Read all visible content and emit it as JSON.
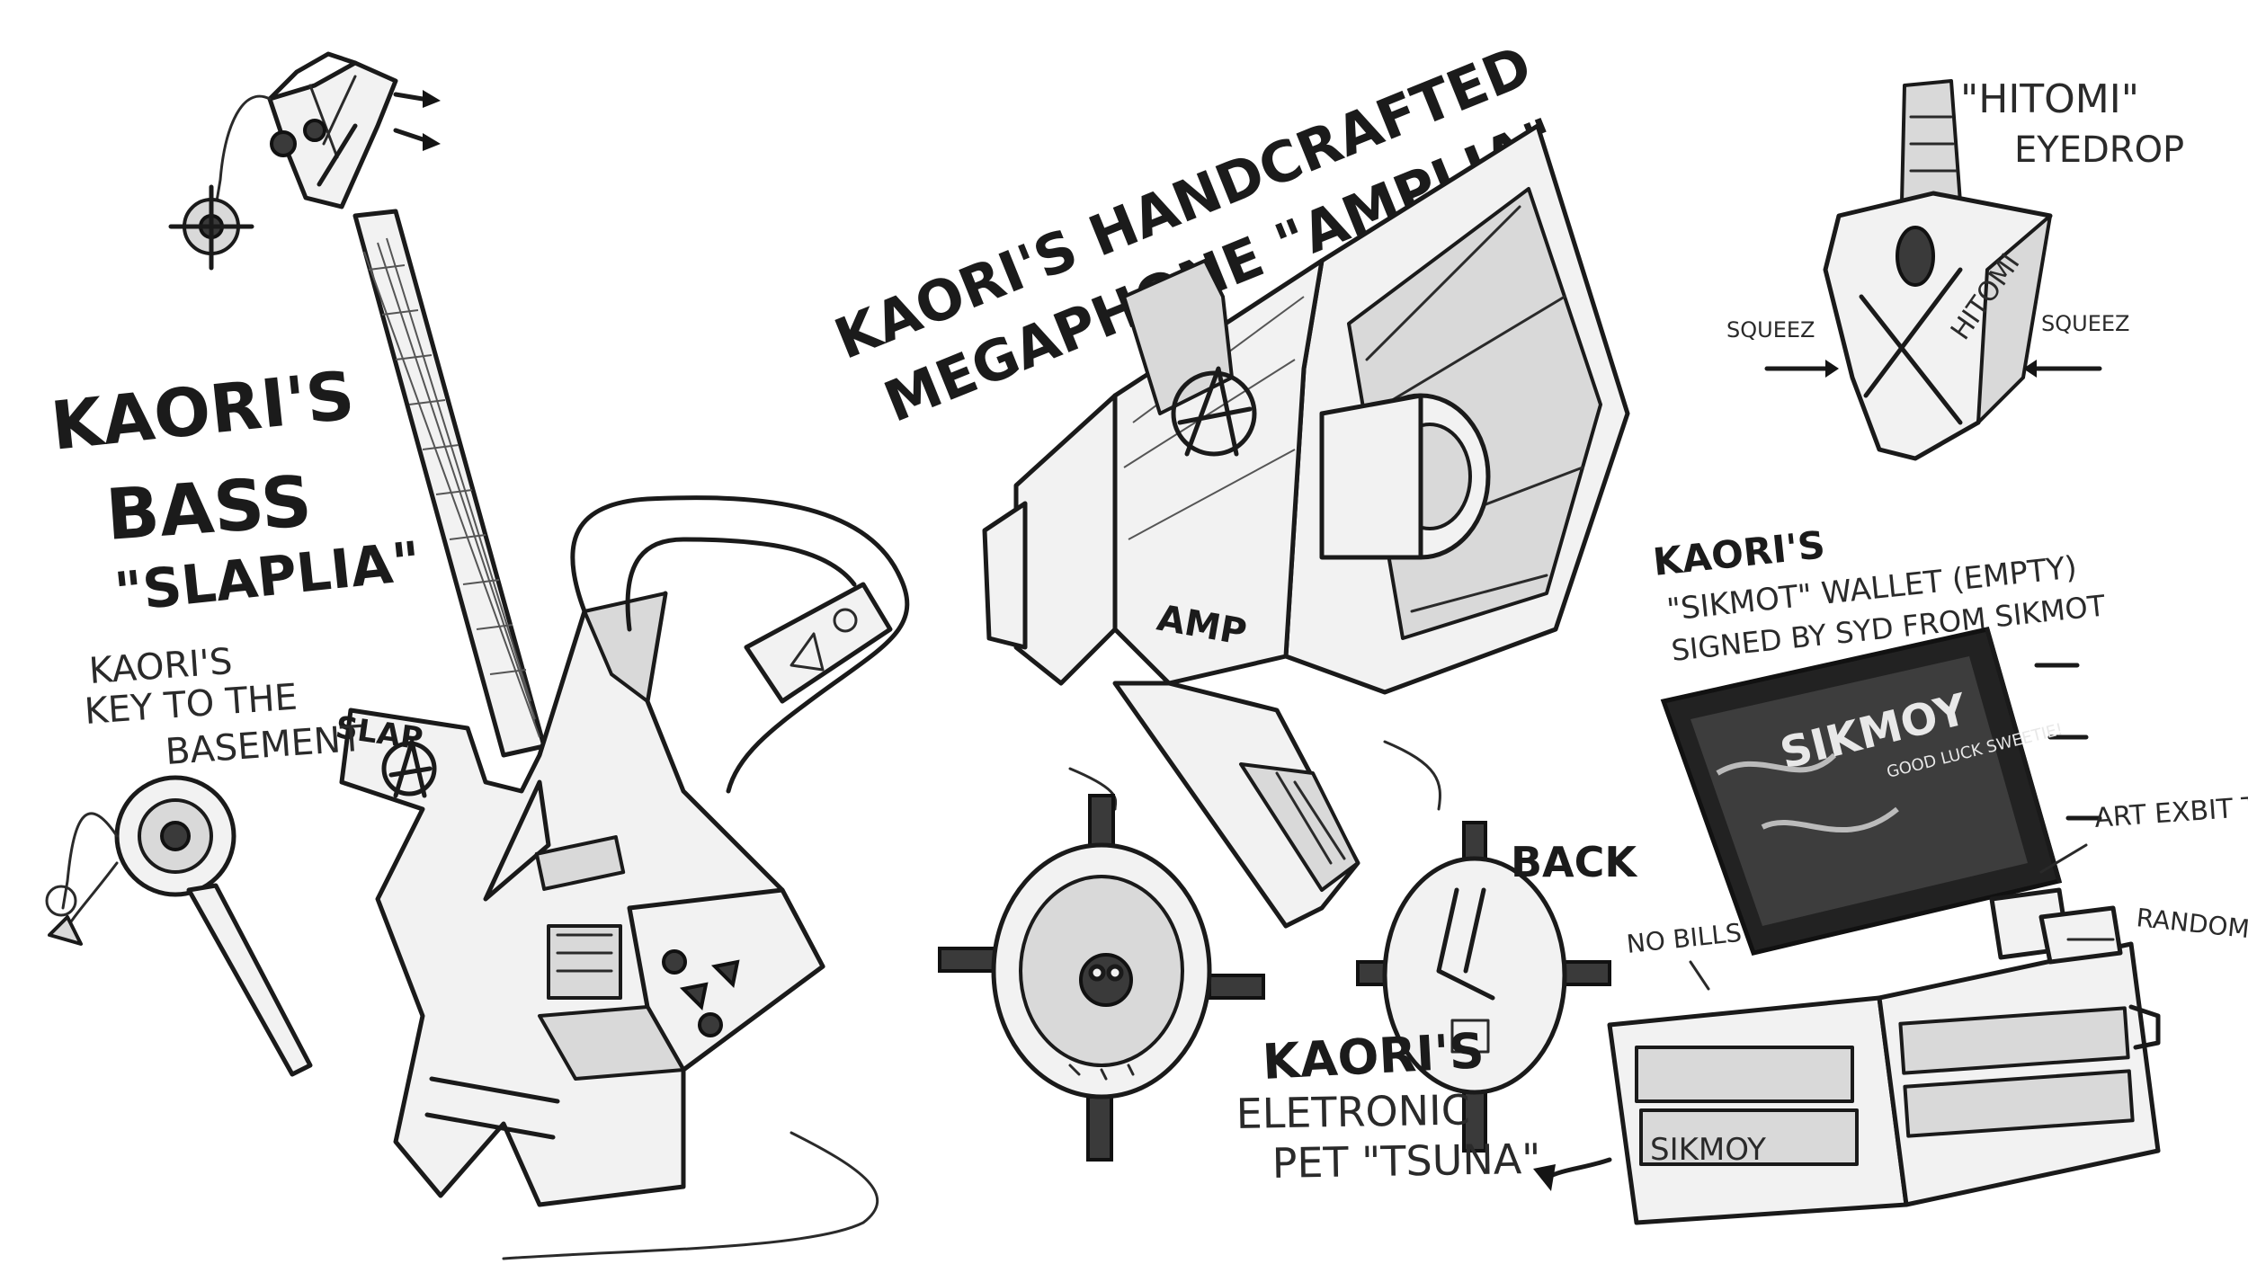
{
  "sketchbook": {
    "bass": {
      "title_line1": "KAORI'S",
      "title_line2": "BASS",
      "title_line3": "\"SLAPLIA\"",
      "body_text": "SLAP"
    },
    "key": {
      "line1": "KAORI'S",
      "line2": "KEY TO THE",
      "line3": "BASEMENT"
    },
    "megaphone": {
      "line1": "KAORI'S HANDCRAFTED",
      "line2": "MEGAPHONE \"AMPLIA\"",
      "body_text": "AMP"
    },
    "pet": {
      "back_label": "BACK",
      "line1": "KAORI'S",
      "line2": "ELETRONIC",
      "line3": "PET \"TSUNA\""
    },
    "eyedrop": {
      "line1": "\"HITOMI\"",
      "line2": "EYEDROP",
      "squeeze_left": "SQUEEZ",
      "squeeze_right": "SQUEEZ",
      "bottle_text": "HITOMI"
    },
    "wallet": {
      "line1": "KAORI'S",
      "line2": "\"SIKMOT\" WALLET (EMPTY)",
      "line3": "SIGNED BY SYD FROM SIKMOT",
      "front_text": "GOOD LUCK SWEETIE!",
      "front_logo": "SIKMOY",
      "tickets_label": "ART EXBIT TICKETS",
      "cards_label": "RANDOM CARDS",
      "bills_label": "NO BILLS"
    }
  }
}
